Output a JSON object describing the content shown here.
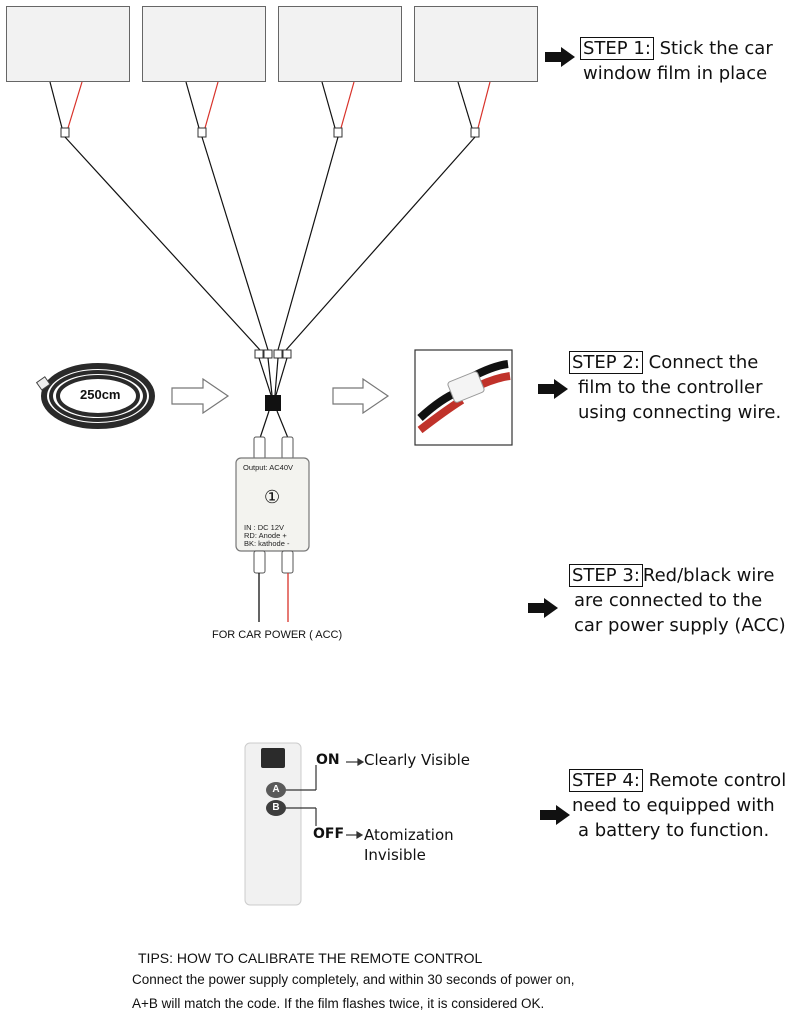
{
  "step1": {
    "label": "STEP 1:",
    "lines": [
      "Stick the car",
      "window film in place"
    ]
  },
  "step2": {
    "label": "STEP 2:",
    "lines": [
      "Connect the",
      "film to the controller",
      "using connecting wire."
    ]
  },
  "step3": {
    "label": "STEP 3:",
    "lines": [
      "Red/black wire",
      "are connected to the",
      "car power supply  (ACC)"
    ]
  },
  "step4": {
    "label": "STEP 4:",
    "lines": [
      "Remote control",
      "need to equipped with",
      "a battery to function."
    ]
  },
  "cable": {
    "length_label": "250cm"
  },
  "controller": {
    "output_label": "Output: AC40V",
    "number_symbol": "①",
    "spec_lines": [
      "IN : DC 12V",
      "RD: Anode +",
      "BK: kathode -"
    ]
  },
  "power_label": "FOR CAR POWER ( ACC)",
  "remote": {
    "button_a": "A",
    "button_b": "B",
    "on_label": "ON",
    "on_desc": "Clearly Visible",
    "off_label": "OFF",
    "off_desc_lines": [
      "Atomization",
      "Invisible"
    ]
  },
  "tips": {
    "title": "TIPS: HOW TO CALIBRATE THE REMOTE CONTROL",
    "lines": [
      "Connect the power supply completely, and within 30 seconds of power on,",
      "A+B will match the code. If the film flashes twice, it is considered OK."
    ]
  },
  "colors": {
    "red_wire": "#d8322a",
    "black_wire": "#111111"
  }
}
